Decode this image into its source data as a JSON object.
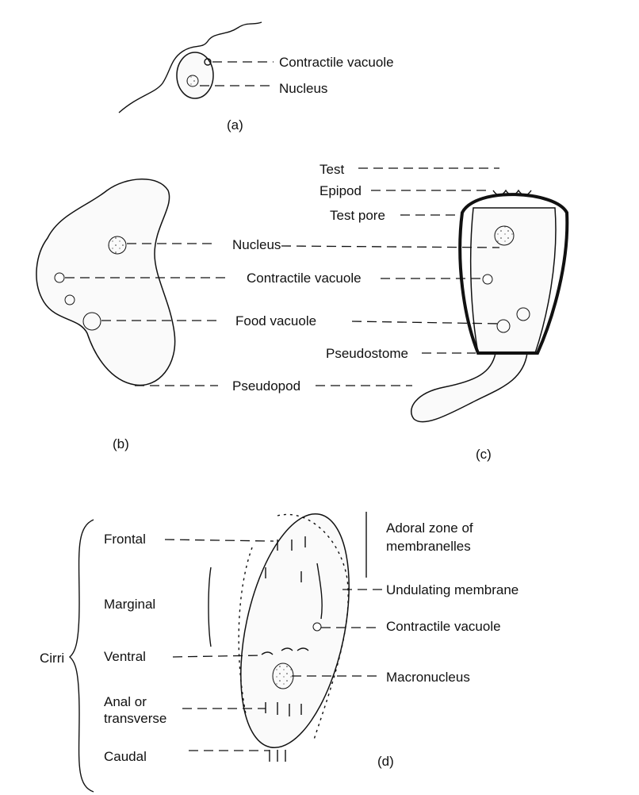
{
  "panel_a": {
    "caption": "(a)",
    "labels": [
      "Contractile vacuole",
      "Nucleus"
    ]
  },
  "panel_b": {
    "caption": "(b)",
    "labels": [
      "Nucleus",
      "Contractile vacuole",
      "Food vacuole",
      "Pseudopod"
    ]
  },
  "panel_c": {
    "caption": "(c)",
    "labels": [
      "Test",
      "Epipod",
      "Test pore",
      "Pseudostome"
    ]
  },
  "panel_d": {
    "caption": "(d)",
    "cirri_label": "Cirri",
    "cirri_types": [
      "Frontal",
      "Marginal",
      "Ventral",
      "Anal or",
      "transverse",
      "Caudal"
    ],
    "right_labels": [
      "Adoral zone of",
      "membranelles",
      "Undulating membrane",
      "Contractile vacuole",
      "Macronucleus"
    ]
  }
}
